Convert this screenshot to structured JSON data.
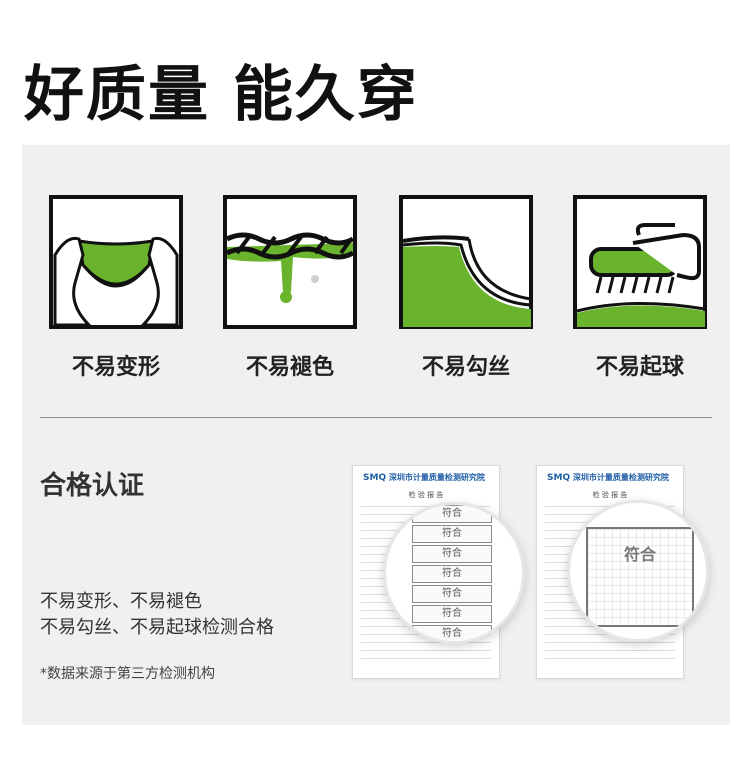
{
  "headline": "好质量 能久穿",
  "features": [
    {
      "label": "不易变形",
      "icon": "hands-stretching-fabric-icon"
    },
    {
      "label": "不易褪色",
      "icon": "twisted-rope-dripping-icon"
    },
    {
      "label": "不易勾丝",
      "icon": "fabric-snag-icon"
    },
    {
      "label": "不易起球",
      "icon": "hand-brushing-fabric-icon"
    }
  ],
  "certification": {
    "title": "合格认证",
    "lines": [
      "不易变形、不易褪色",
      "不易勾丝、不易起球检测合格"
    ],
    "note": "*数据来源于第三方检测机构"
  },
  "reports": [
    {
      "logo": "SMQ",
      "org": "深圳市计量质量检测研究院",
      "title": "检 验 报 告",
      "cells": [
        "符合",
        "符合",
        "符合",
        "符合",
        "符合",
        "符合",
        "符合"
      ]
    },
    {
      "logo": "SMQ",
      "org": "深圳市计量质量检测研究院",
      "title": "检 验 报 告",
      "stamp": "符合"
    }
  ],
  "colors": {
    "accent_green": "#6ab42d",
    "outline": "#111111",
    "panel": "#f0f0f0"
  }
}
